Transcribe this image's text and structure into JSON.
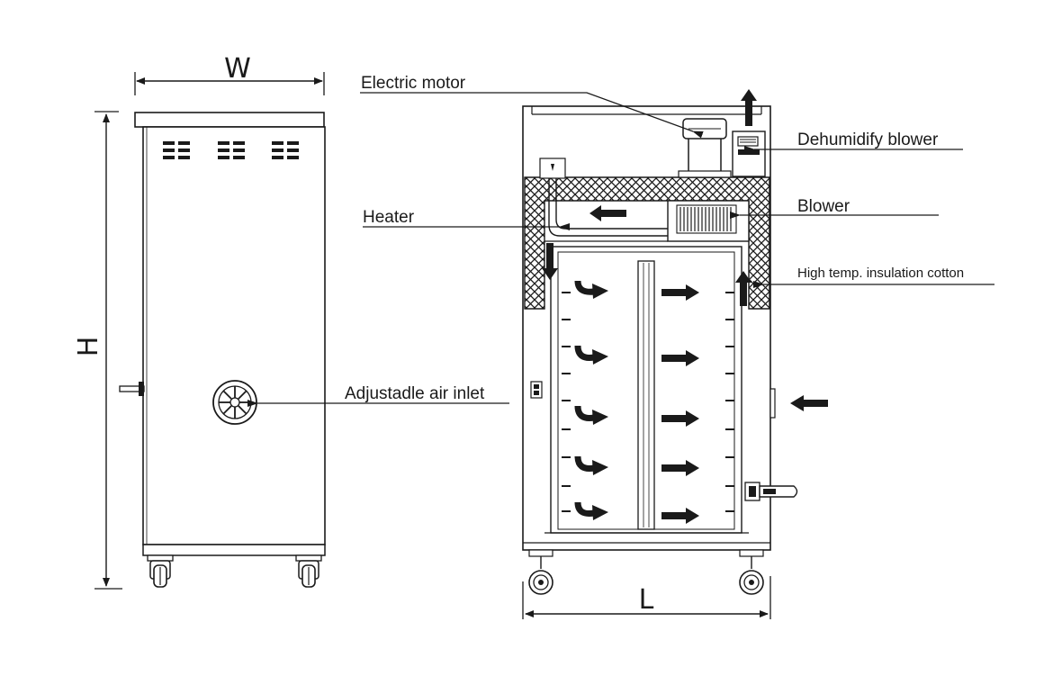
{
  "dimensions": {
    "width_label": "W",
    "height_label": "H",
    "length_label": "L"
  },
  "callouts": {
    "electric_motor": "Electric motor",
    "dehumidify_blower": "Dehumidify blower",
    "heater": "Heater",
    "blower": "Blower",
    "insulation": "High temp. insulation cotton",
    "air_inlet": "Adjustadle air inlet"
  },
  "colors": {
    "line": "#1a1a1a",
    "background": "#ffffff",
    "fill_light": "#f2f2f2"
  }
}
